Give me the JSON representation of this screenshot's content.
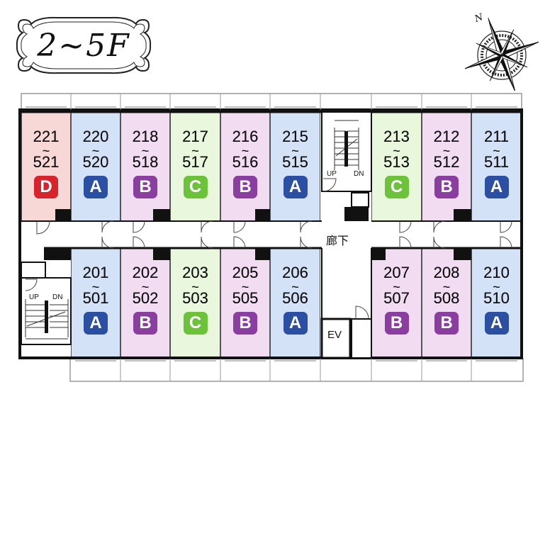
{
  "title": "2~5F",
  "compass": {
    "north_label": "N"
  },
  "corridor_label": "廊下",
  "elevator_label": "EV",
  "stair_labels": {
    "up": "UP",
    "down": "DN"
  },
  "type_colors": {
    "A": {
      "fill": "#d4e2f7",
      "badge": "#2a4fa3"
    },
    "B": {
      "fill": "#f1dcf2",
      "badge": "#8a3ea0"
    },
    "C": {
      "fill": "#e9f8dc",
      "badge": "#6cc33a"
    },
    "D": {
      "fill": "#f8d7d7",
      "badge": "#d7242c"
    }
  },
  "top_row": [
    {
      "room_low": "221",
      "room_high": "521",
      "type": "D"
    },
    {
      "room_low": "220",
      "room_high": "520",
      "type": "A"
    },
    {
      "room_low": "218",
      "room_high": "518",
      "type": "B"
    },
    {
      "room_low": "217",
      "room_high": "517",
      "type": "C"
    },
    {
      "room_low": "216",
      "room_high": "516",
      "type": "B"
    },
    {
      "room_low": "215",
      "room_high": "515",
      "type": "A"
    },
    {
      "room_low": "213",
      "room_high": "513",
      "type": "C"
    },
    {
      "room_low": "212",
      "room_high": "512",
      "type": "B"
    },
    {
      "room_low": "211",
      "room_high": "511",
      "type": "A"
    }
  ],
  "bottom_row": [
    {
      "room_low": "201",
      "room_high": "501",
      "type": "A"
    },
    {
      "room_low": "202",
      "room_high": "502",
      "type": "B"
    },
    {
      "room_low": "203",
      "room_high": "503",
      "type": "C"
    },
    {
      "room_low": "205",
      "room_high": "505",
      "type": "B"
    },
    {
      "room_low": "206",
      "room_high": "506",
      "type": "A"
    },
    {
      "room_low": "207",
      "room_high": "507",
      "type": "B"
    },
    {
      "room_low": "208",
      "room_high": "508",
      "type": "B"
    },
    {
      "room_low": "210",
      "room_high": "510",
      "type": "A"
    }
  ]
}
